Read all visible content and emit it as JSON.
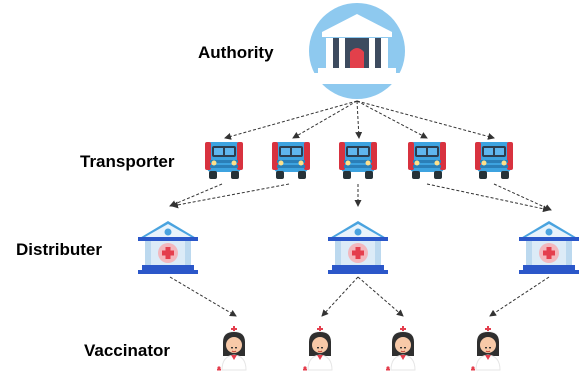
{
  "tiers": {
    "authority": "Authority",
    "transporter": "Transporter",
    "distributer": "Distributer",
    "vaccinator": "Vaccinator"
  },
  "icons": {
    "authority": "government-building-icon",
    "transporter": "truck-icon",
    "distributer": "hospital-icon",
    "vaccinator": "nurse-icon"
  },
  "counts": {
    "authority": 1,
    "transporter": 5,
    "distributer": 3,
    "vaccinator": 4
  },
  "colors": {
    "authority_circle": "#8ec9ef",
    "building": "#3d4b5f",
    "door": "#e2404b",
    "truck_body": "#3da3e0",
    "truck_cab": "#d8323f",
    "hospital_roof": "#4aa3df",
    "hospital_base": "#2b57c9",
    "hospital_cross": "#e43e4d",
    "arrow": "#333333"
  }
}
